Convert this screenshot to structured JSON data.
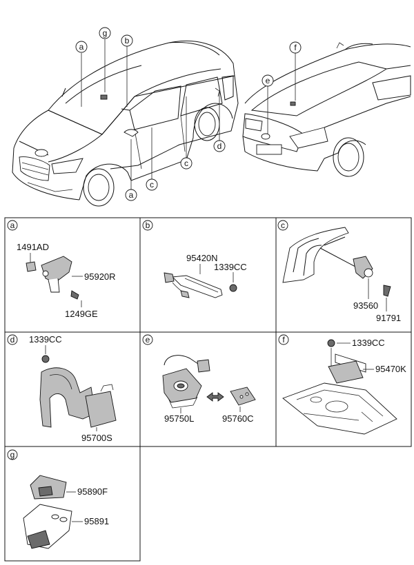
{
  "callouts": {
    "front_car": [
      "a",
      "g",
      "b",
      "c",
      "d",
      "c",
      "a"
    ],
    "rear_car": [
      "f",
      "e"
    ]
  },
  "panels": {
    "a": {
      "letter": "a",
      "parts": [
        "1491AD",
        "95920R",
        "1249GE"
      ]
    },
    "b": {
      "letter": "b",
      "parts": [
        "95420N",
        "1339CC"
      ]
    },
    "c": {
      "letter": "c",
      "parts": [
        "93560",
        "91791"
      ]
    },
    "d": {
      "letter": "d",
      "parts": [
        "1339CC",
        "95700S"
      ]
    },
    "e": {
      "letter": "e",
      "parts": [
        "95750L",
        "95760C"
      ]
    },
    "f": {
      "letter": "f",
      "parts": [
        "1339CC",
        "95470K"
      ]
    },
    "g": {
      "letter": "g",
      "parts": [
        "95890F",
        "95891"
      ]
    }
  }
}
